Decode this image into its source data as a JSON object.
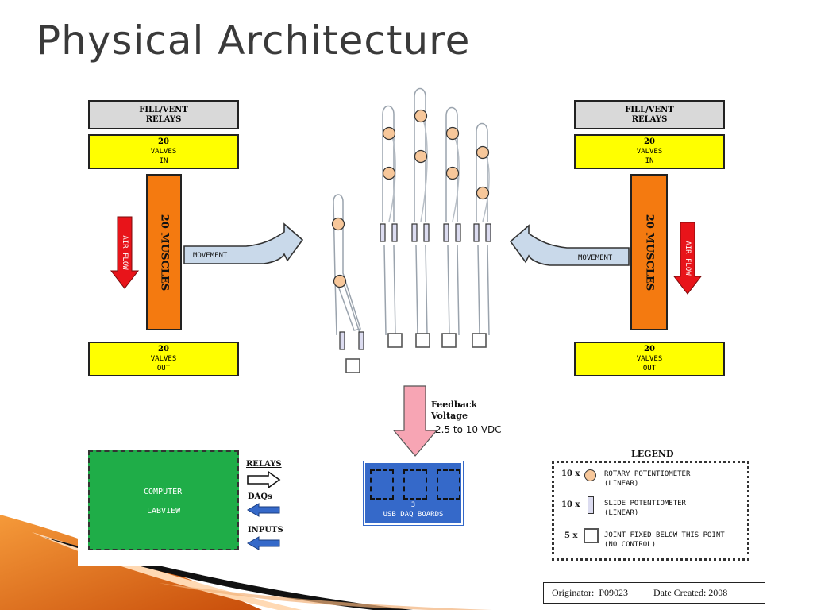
{
  "slide": {
    "title": "Physical Architecture"
  },
  "left_panel": {
    "relays_line1": "FILL/VENT",
    "relays_line2": "RELAYS",
    "valves_in_count": "20",
    "valves_in_line1": "VALVES",
    "valves_in_line2": "IN",
    "muscles_label": "20 MUSCLES",
    "air_flow_label": "AIR FLOW",
    "movement_label": "MOVEMENT",
    "valves_out_count": "20",
    "valves_out_line1": "VALVES",
    "valves_out_line2": "OUT"
  },
  "right_panel": {
    "relays_line1": "FILL/VENT",
    "relays_line2": "RELAYS",
    "valves_in_count": "20",
    "valves_in_line1": "VALVES",
    "valves_in_line2": "IN",
    "muscles_label": "20 MUSCLES",
    "air_flow_label": "AIR FLOW",
    "movement_label": "MOVEMENT",
    "valves_out_count": "20",
    "valves_out_line1": "VALVES",
    "valves_out_line2": "OUT"
  },
  "feedback": {
    "label_line1": "Feedback",
    "label_line2": "Voltage",
    "range": "2.5 to 10 VDC"
  },
  "computer": {
    "line1": "COMPUTER",
    "line2": "LABVIEW"
  },
  "connections": {
    "relays": "RELAYS",
    "daqs": "DAQs",
    "inputs": "INPUTS"
  },
  "daq_boards": {
    "count": "3",
    "label": "USB DAQ BOARDS"
  },
  "legend": {
    "title": "LEGEND",
    "items": [
      {
        "count": "10 x",
        "line1": "ROTARY POTENTIOMETER",
        "line2": "(LINEAR)",
        "icon": "rotary-potentiometer-icon"
      },
      {
        "count": "10 x",
        "line1": "SLIDE POTENTIOMETER",
        "line2": "(LINEAR)",
        "icon": "slide-potentiometer-icon"
      },
      {
        "count": "5 x",
        "line1": "JOINT FIXED BELOW THIS POINT",
        "line2": "(NO CONTROL)",
        "icon": "fixed-joint-icon"
      }
    ]
  },
  "footer": {
    "originator": "Originator:  P09023",
    "date_created": "Date Created: 2008"
  },
  "colors": {
    "yellow": "#ffff00",
    "orange": "#f47a10",
    "red_arrow": "#e8141a",
    "green": "#1fad48",
    "blue": "#3569c9",
    "pink_arrow": "#f7a5b4",
    "movement_arrow": "#c9d9ea",
    "potentiometer": "#f7c79a"
  }
}
